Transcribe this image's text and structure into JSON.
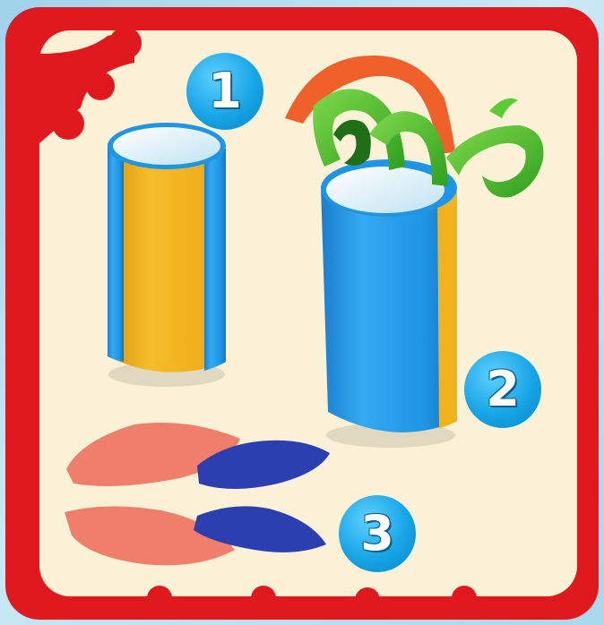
{
  "steps": [
    {
      "label": "1"
    },
    {
      "label": "2"
    },
    {
      "label": "3"
    }
  ],
  "colors": {
    "frame": "#e0191f",
    "card": "#fbf1d6",
    "badge": "#16a3e4",
    "tube_yellow": "#f2b21c",
    "tube_blue": "#1f95e6",
    "strip_orange": "#f0602a",
    "strip_green": "#4bbf2f",
    "petal_salmon": "#ef7e6b",
    "petal_navy": "#2c3fb0"
  },
  "icons": [
    "paper-tube-icon",
    "paper-vase-icon",
    "paper-petals-icon"
  ]
}
